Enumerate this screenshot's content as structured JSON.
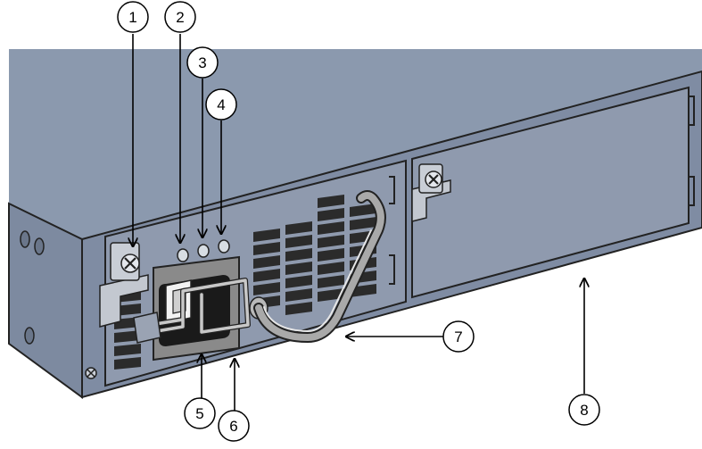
{
  "callouts": [
    {
      "label": "1",
      "part": "captive-screw"
    },
    {
      "label": "2",
      "part": "led-1"
    },
    {
      "label": "3",
      "part": "led-2"
    },
    {
      "label": "4",
      "part": "led-3"
    },
    {
      "label": "5",
      "part": "ac-power-inlet"
    },
    {
      "label": "6",
      "part": "power-cord-retainer"
    },
    {
      "label": "7",
      "part": "ejector-handle"
    },
    {
      "label": "8",
      "part": "blank-slot-cover"
    }
  ],
  "colors": {
    "chassis_top": "#8b99ae",
    "chassis_front": "#7f8ca3",
    "faceplate": "#929db2",
    "vent": "#2b2b2b",
    "handle": "#a9a9a9",
    "inlet": "#8a8a8a",
    "led": "#d7dde3"
  }
}
